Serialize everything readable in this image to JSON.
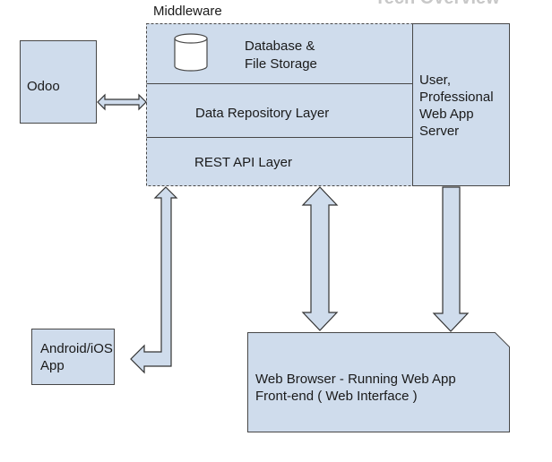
{
  "middleware": {
    "title": "Middleware",
    "database_line1": "Database &",
    "database_line2": "File Storage",
    "data_repository": "Data Repository Layer",
    "rest_api": "REST API Layer"
  },
  "app_server": {
    "label": "User, Professional Web App Server"
  },
  "odoo": {
    "label": "Odoo"
  },
  "mobile_app": {
    "label": "Android/iOS App"
  },
  "web_browser": {
    "line1": "Web Browser - Running Web App",
    "line2": "Front-end ( Web Interface )"
  },
  "top_cut_title": "Tech Overview",
  "colors": {
    "box_fill": "#cfdcec",
    "box_stroke": "#474747",
    "arrow_fill": "#cfdcec",
    "arrow_stroke": "#333333",
    "faded_title": "#c8c8c8"
  }
}
